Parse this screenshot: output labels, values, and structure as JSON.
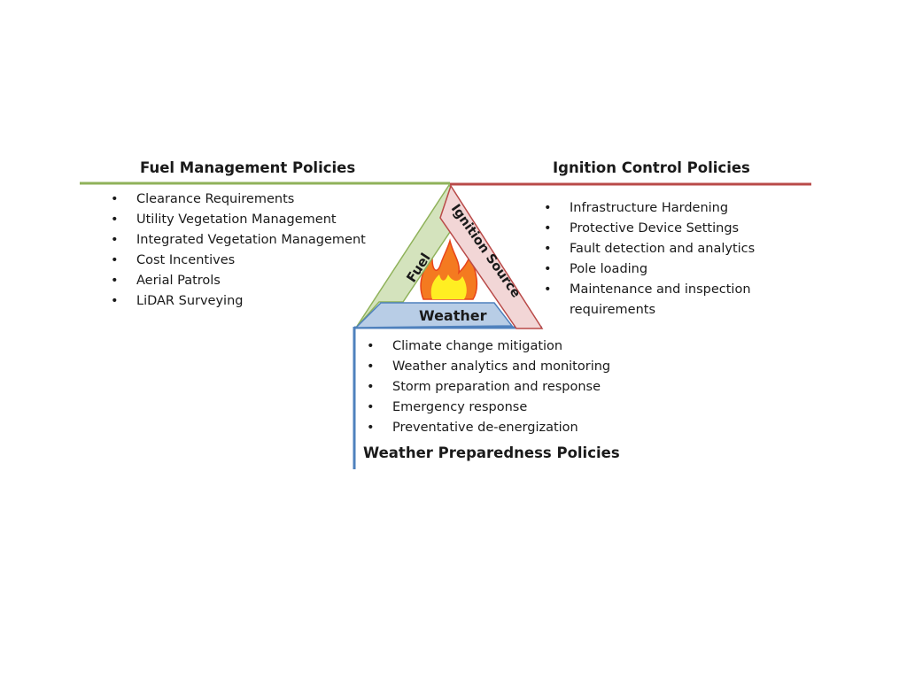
{
  "fuel": {
    "title": "Fuel Management Policies",
    "items": [
      "Clearance Requirements",
      "Utility Vegetation Management",
      "Integrated Vegetation Management",
      "Cost Incentives",
      "Aerial Patrols",
      "LiDAR Surveying"
    ],
    "color": "#8fb25a"
  },
  "ignition": {
    "title": "Ignition Control Policies",
    "items": [
      "Infrastructure Hardening",
      "Protective Device Settings",
      "Fault detection and analytics",
      "Pole loading",
      "Maintenance and inspection requirements"
    ],
    "color": "#b94a48"
  },
  "weather": {
    "title": "Weather Preparedness Policies",
    "items": [
      "Climate change mitigation",
      "Weather analytics and monitoring",
      "Storm preparation and response",
      "Emergency response",
      "Preventative de-energization"
    ],
    "color": "#4f81bd"
  },
  "triangle": {
    "fuel_label": "Fuel",
    "ignition_label": "Ignition Source",
    "weather_label": "Weather"
  }
}
